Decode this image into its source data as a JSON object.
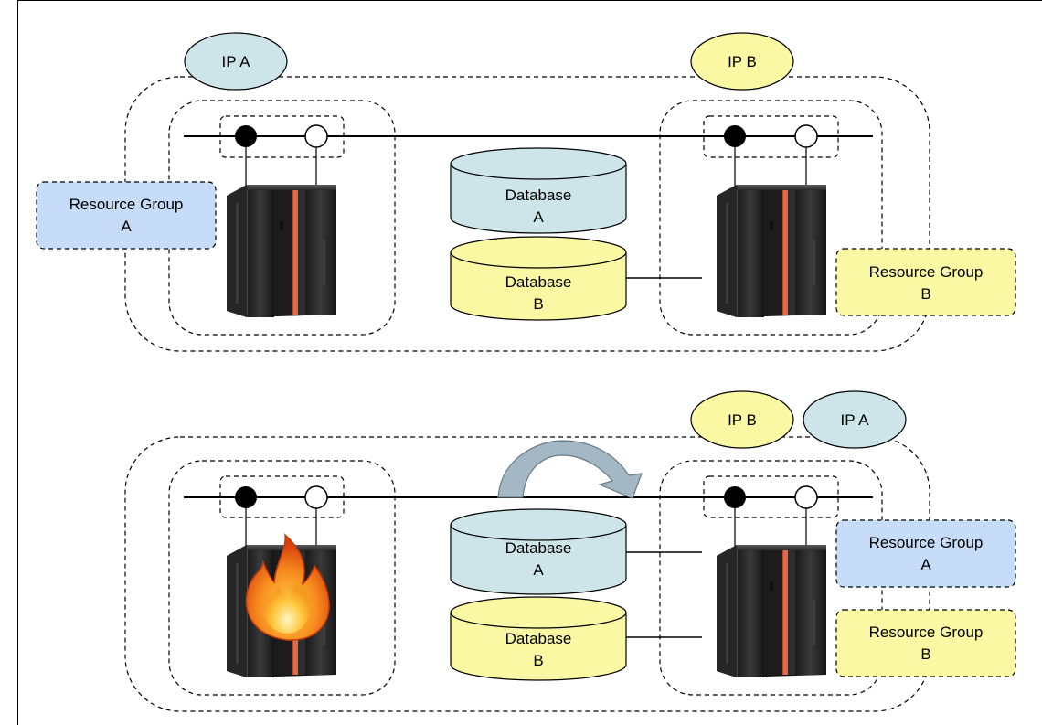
{
  "top_scenario": {
    "ip_a_label": "IP A",
    "ip_b_label": "IP B",
    "database_a": {
      "line1": "Database",
      "line2": "A"
    },
    "database_b": {
      "line1": "Database",
      "line2": "B"
    },
    "resource_group_a": {
      "line1": "Resource Group",
      "line2": "A"
    },
    "resource_group_b": {
      "line1": "Resource Group",
      "line2": "B"
    }
  },
  "bottom_scenario": {
    "ip_b_label": "IP B",
    "ip_a_label": "IP A",
    "database_a": {
      "line1": "Database",
      "line2": "A"
    },
    "database_b": {
      "line1": "Database",
      "line2": "B"
    },
    "resource_group_a": {
      "line1": "Resource Group",
      "line2": "A"
    },
    "resource_group_b": {
      "line1": "Resource Group",
      "line2": "B"
    }
  },
  "colors": {
    "blue_fill": "#cde5e9",
    "yellow_fill": "#fbf8a3",
    "rg_blue_fill": "#c6dcf8",
    "rg_yellow_fill": "#fbf8a3",
    "server_body": "#2b2b2b",
    "server_accent": "#e26b47",
    "arrow_fill": "#a3b8c4",
    "outline": "#000000"
  },
  "icons": {
    "server": "mainframe-server-icon",
    "failure": "fire-icon",
    "failover": "curved-arrow-icon"
  }
}
